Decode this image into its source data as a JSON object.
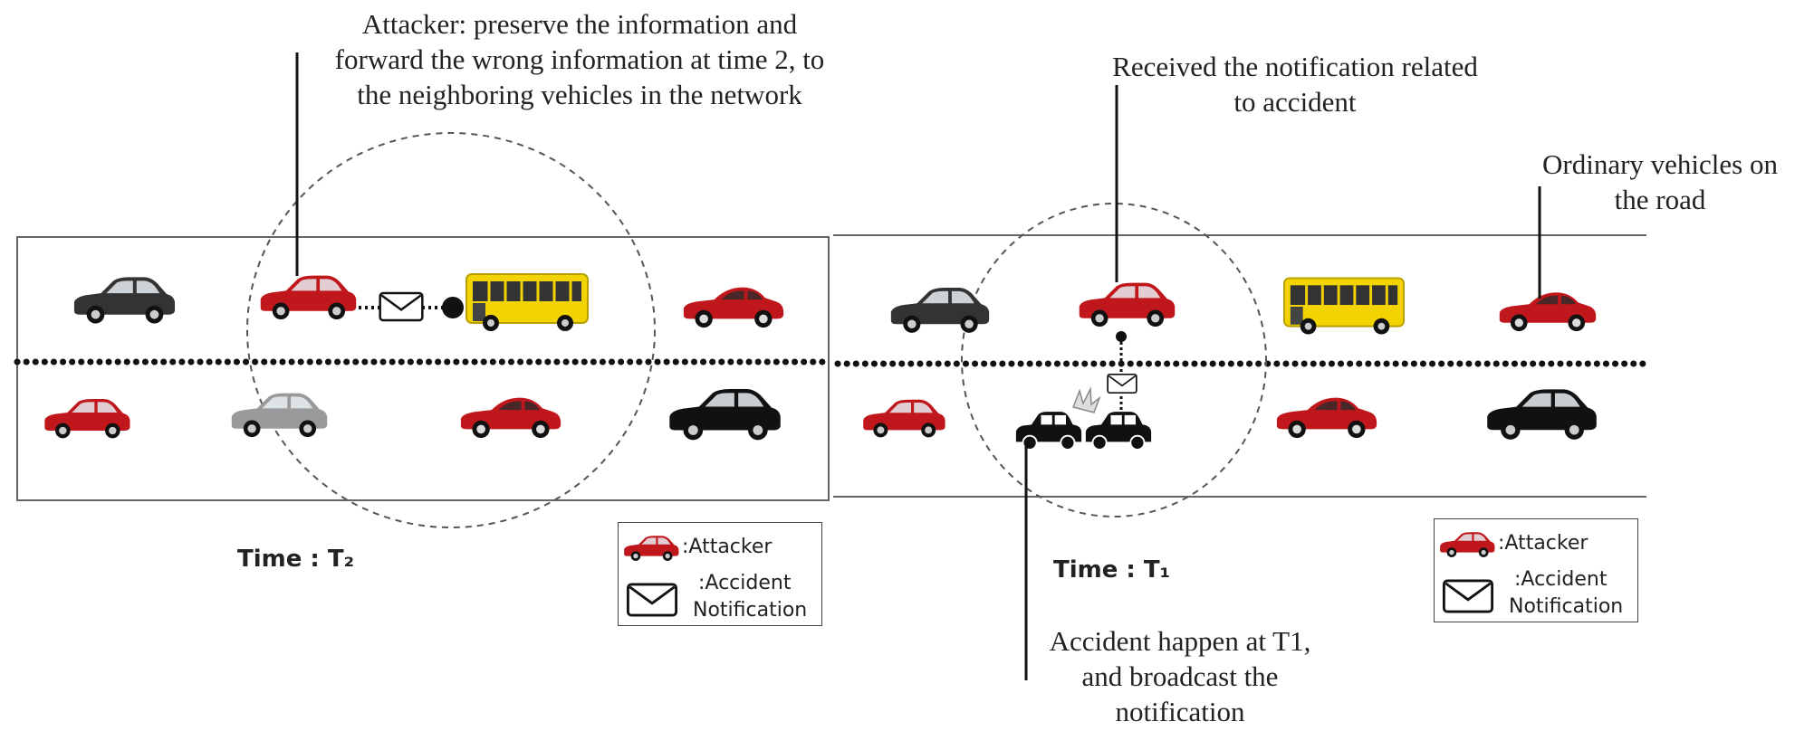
{
  "annotations": {
    "attacker_note": [
      "Attacker: preserve the information and",
      "forward the wrong information at time 2, to",
      "the neighboring vehicles in the network"
    ],
    "received_note": [
      "Received the notification related",
      "to accident"
    ],
    "ordinary_note": [
      "Ordinary vehicles on",
      "the road"
    ],
    "accident_note": [
      "Accident happen at T1,",
      "and broadcast the",
      "notification"
    ]
  },
  "panels": {
    "left": {
      "time_label": "Time : T₂"
    },
    "right": {
      "time_label": "Time : T₁"
    }
  },
  "legend": {
    "attacker_label": ":Attacker",
    "notification_label_1": ":Accident",
    "notification_label_2": "Notification"
  },
  "colors": {
    "attacker_car": "#c0171c",
    "ordinary_dark_car": "#333333",
    "black_car": "#111111",
    "silver_car": "#9a9a9a",
    "bus": "#f3d400",
    "road_line": "#555555"
  },
  "icons": {
    "attacker": "red-car-icon",
    "ordinary": "car-icon",
    "bus": "bus-icon",
    "notification": "envelope-icon"
  }
}
